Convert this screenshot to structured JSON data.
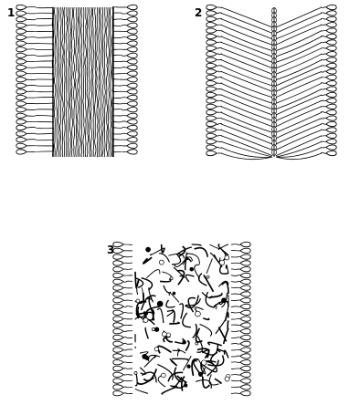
{
  "figure": {
    "panels": [
      {
        "label": "1",
        "arrangement": "interdigitated"
      },
      {
        "label": "2",
        "arrangement": "tilted"
      },
      {
        "label": "3",
        "arrangement": "disordered"
      }
    ],
    "colors": {
      "ink": "#000000",
      "background": "#ffffff"
    }
  }
}
